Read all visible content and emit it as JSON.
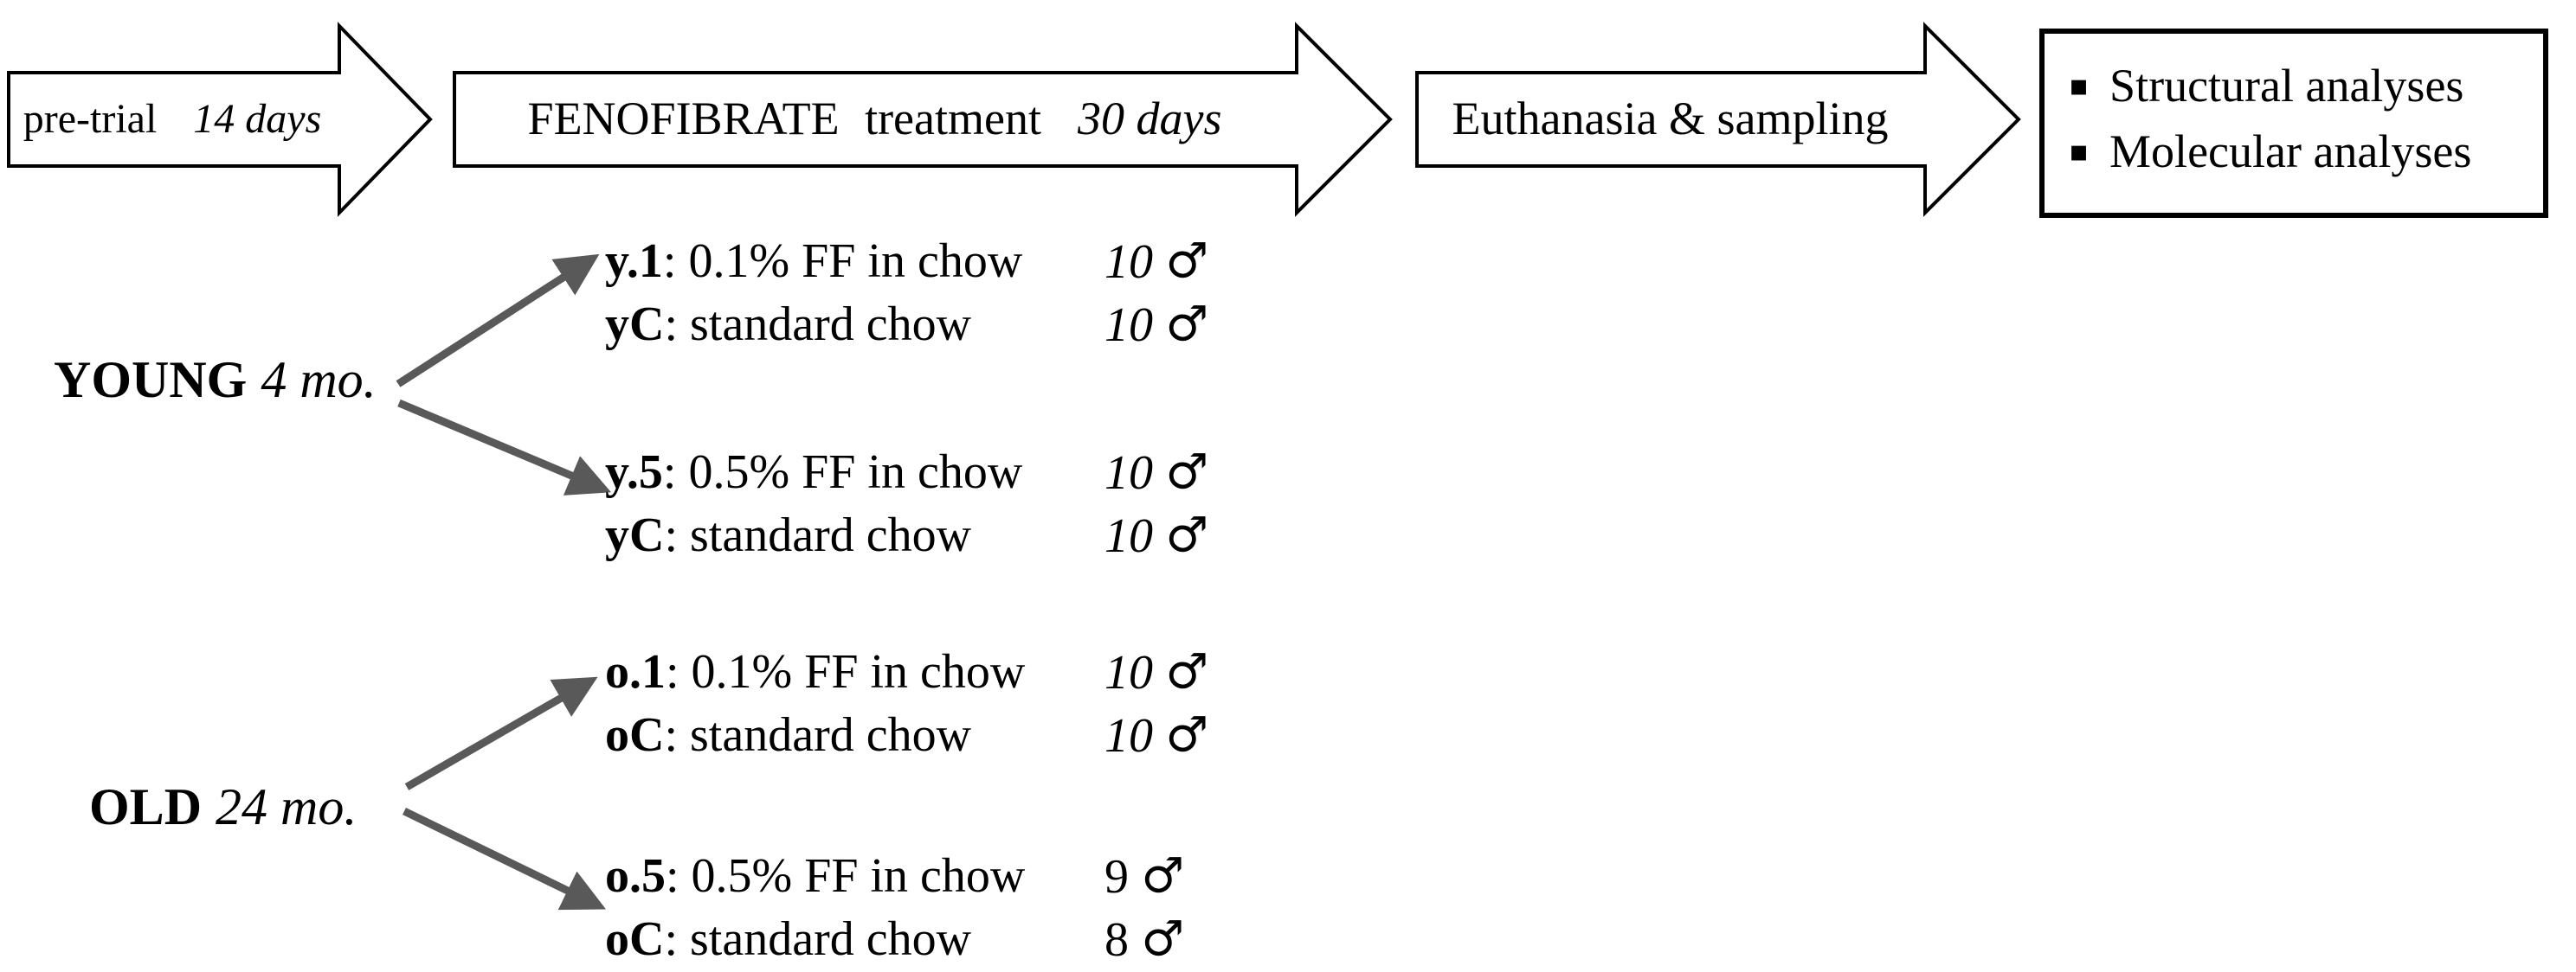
{
  "colors": {
    "background": "#ffffff",
    "outline": "#000000",
    "branch_arrow": "#595959"
  },
  "timeline": {
    "steps": [
      {
        "label": "pre-trial",
        "duration": "14 days"
      },
      {
        "label": "FENOFIBRATE treatment",
        "duration": "30 days"
      },
      {
        "label": "Euthanasia & sampling",
        "duration": ""
      }
    ],
    "outcomes": {
      "bullet": "▪",
      "items": [
        {
          "label": "Structural analyses"
        },
        {
          "label": "Molecular analyses"
        }
      ]
    }
  },
  "cohorts": [
    {
      "name": "YOUNG",
      "age": "4 mo.",
      "branches": [
        {
          "rows": [
            {
              "code": "y.1",
              "desc": ": 0.1% FF in chow",
              "count": "10",
              "sex": "♂"
            },
            {
              "code": "yC",
              "desc": ": standard chow",
              "count": "10",
              "sex": "♂"
            }
          ]
        },
        {
          "rows": [
            {
              "code": "y.5",
              "desc": ": 0.5% FF in chow",
              "count": "10",
              "sex": "♂"
            },
            {
              "code": "yC",
              "desc": ": standard chow",
              "count": "10",
              "sex": "♂"
            }
          ]
        }
      ]
    },
    {
      "name": "OLD",
      "age": "24 mo.",
      "branches": [
        {
          "rows": [
            {
              "code": "o.1",
              "desc": ": 0.1% FF in chow",
              "count": "10",
              "sex": "♂"
            },
            {
              "code": "oC",
              "desc": ": standard chow",
              "count": "10",
              "sex": "♂"
            }
          ]
        },
        {
          "rows": [
            {
              "code": "o.5",
              "desc": ": 0.5% FF in chow",
              "count": "9",
              "sex": "♂"
            },
            {
              "code": "oC",
              "desc": ": standard chow",
              "count": "8",
              "sex": "♂"
            }
          ]
        }
      ]
    }
  ]
}
